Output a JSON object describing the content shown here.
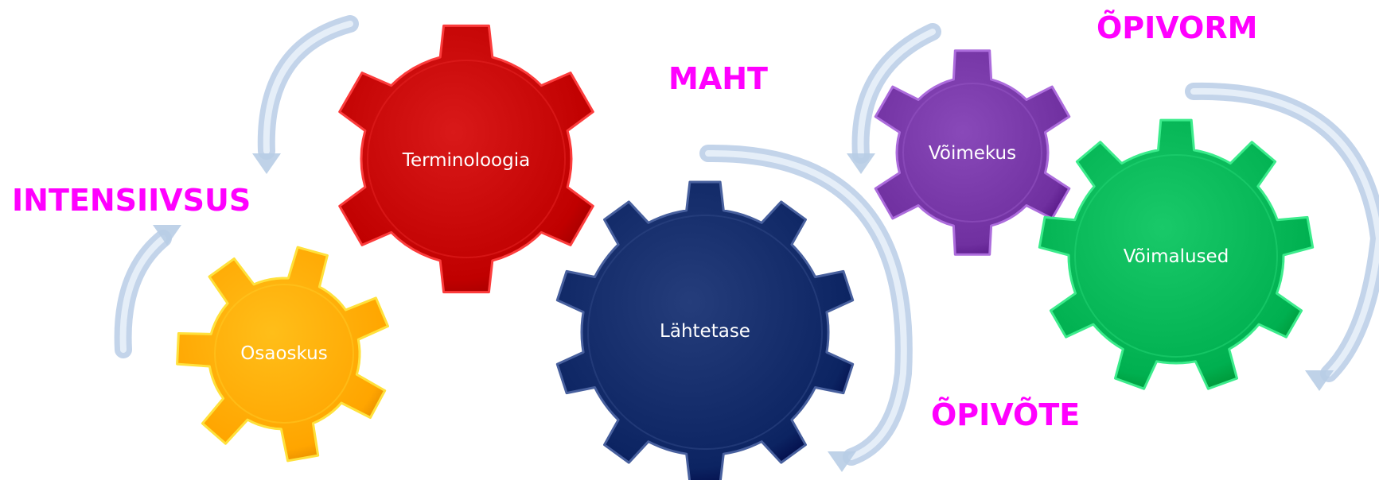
{
  "colors": {
    "arrow": "#b8cde6",
    "label": "#ff00ff",
    "text": "#ffffff"
  },
  "gears": [
    {
      "id": "terminoloogia",
      "label": "Terminoloogia",
      "color": "#c00000",
      "icon": "gear-icon"
    },
    {
      "id": "osaoskus",
      "label": "Osaoskus",
      "color": "#ffa500",
      "icon": "gear-icon"
    },
    {
      "id": "lahtetase",
      "label": "Lähtetase",
      "color": "#0c2462",
      "icon": "gear-icon"
    },
    {
      "id": "voimekus",
      "label": "Võimekus",
      "color": "#7030a0",
      "icon": "gear-icon"
    },
    {
      "id": "voimalused",
      "label": "Võimalused",
      "color": "#00b050",
      "icon": "gear-icon"
    }
  ],
  "labels": {
    "intensiivsus": "INTENSIIVSUS",
    "maht": "MAHT",
    "opivorm": "ÕPIVORM",
    "opivote": "ÕPIVÕTE"
  }
}
